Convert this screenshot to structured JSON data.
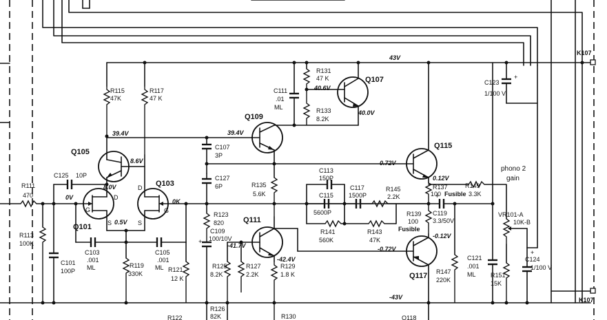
{
  "rails": {
    "pos": "43V",
    "neg": "-43V"
  },
  "connectors": {
    "top": "K107",
    "bottom": "K107"
  },
  "transistors": {
    "q105": {
      "name": "Q105",
      "v_base": "39.4V",
      "v_emitter": "8.6V",
      "v_collector": "8.0V"
    },
    "q101": {
      "name": "Q101",
      "v_gate": "0V",
      "v_source": "0.5V",
      "pins": [
        "G",
        "D",
        "S"
      ]
    },
    "q103": {
      "name": "Q103",
      "v_gate": "0K",
      "pins": [
        "D",
        "G",
        "S"
      ]
    },
    "q109": {
      "name": "Q109",
      "v_base": "39.4V"
    },
    "q107": {
      "name": "Q107",
      "v_base": "40.6V",
      "v_collector": "40.0V"
    },
    "q111": {
      "name": "Q111",
      "v_base": "-41.7V",
      "v_emitter": "-42.4V"
    },
    "q115": {
      "name": "Q115",
      "v_base": "0.72V",
      "v_emitter": "0.12V"
    },
    "q117": {
      "name": "Q117",
      "v_base": "-0.72V",
      "v_emitter": "-0.12V"
    }
  },
  "resistors": {
    "r115": {
      "ref": "R115",
      "val": "47K"
    },
    "r117": {
      "ref": "R117",
      "val": "47 K"
    },
    "r111": {
      "ref": "R111",
      "val": "470"
    },
    "r113": {
      "ref": "R113",
      "val": "100K"
    },
    "r119": {
      "ref": "R119",
      "val": "330K"
    },
    "r121": {
      "ref": "R121",
      "val": "12 K"
    },
    "r123": {
      "ref": "R123",
      "val": "820"
    },
    "r125": {
      "ref": "R125",
      "val": "8.2K"
    },
    "r127": {
      "ref": "R127",
      "val": "2.2K"
    },
    "r129": {
      "ref": "R129",
      "val": "1.8 K"
    },
    "r131": {
      "ref": "R131",
      "val": "47 K"
    },
    "r133": {
      "ref": "R133",
      "val": "8.2K"
    },
    "r135": {
      "ref": "R135",
      "val": "5.6K"
    },
    "r137": {
      "ref": "R137",
      "val": "100"
    },
    "r137_note": "Fusible",
    "r139": {
      "ref": "R139",
      "val": "100"
    },
    "r139_note": "Fusible",
    "r141": {
      "ref": "R141",
      "val": "560K"
    },
    "r143": {
      "ref": "R143",
      "val": "47K"
    },
    "r145": {
      "ref": "R145",
      "val": "2.2K"
    },
    "r147": {
      "ref": "R147",
      "val": "220K"
    },
    "r149": {
      "ref": "R149",
      "val": "3.3K"
    },
    "r151": {
      "ref": "R151",
      "val": "15K"
    },
    "r122": {
      "ref": "R122"
    },
    "r126": {
      "ref": "R126",
      "val": "82K"
    },
    "r130": {
      "ref": "R130"
    }
  },
  "capacitors": {
    "c125": {
      "ref": "C125",
      "val": "10P"
    },
    "c101": {
      "ref": "C101",
      "val": "100P"
    },
    "c103": {
      "ref": "C103",
      "val": ".001",
      "type": "ML"
    },
    "c105": {
      "ref": "C105",
      "val": ".001",
      "type": "ML"
    },
    "c107": {
      "ref": "C107",
      "val": "3P"
    },
    "c127": {
      "ref": "C127",
      "val": "6P"
    },
    "c109": {
      "ref": "C109",
      "val": "100/10V"
    },
    "c111": {
      "ref": "C111",
      "val": ".01",
      "type": "ML"
    },
    "c113": {
      "ref": "C113",
      "val": "150P"
    },
    "c115": {
      "ref": "C115",
      "val": "5600P"
    },
    "c117": {
      "ref": "C117",
      "val": "1500P"
    },
    "c119": {
      "ref": "C119",
      "val": "3.3/50V"
    },
    "c121": {
      "ref": "C121",
      "val": ".001",
      "type": "ML"
    },
    "c123": {
      "ref": "C123",
      "val": "1/100 V"
    },
    "c124": {
      "ref": "C124",
      "val": "1/100 V"
    }
  },
  "vr101": {
    "ref": "VR101-A",
    "val": "10K-B"
  },
  "annotation": {
    "line1": "phono 2",
    "line2": "gain"
  },
  "bottom_fragment": "Q118"
}
